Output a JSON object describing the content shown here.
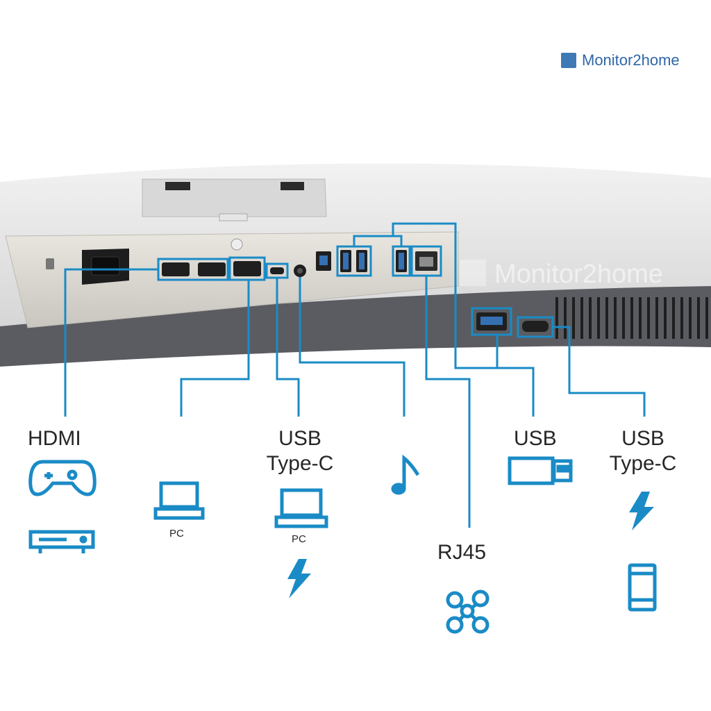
{
  "brand": {
    "page_text": "Monitor2home",
    "watermark_text": "Monitor2home"
  },
  "labels": {
    "hdmi": "HDMI",
    "usb_c_1": [
      "USB",
      "Type-C"
    ],
    "rj45": "RJ45",
    "usb": "USB",
    "usb_c_2": [
      "USB",
      "Type-C"
    ],
    "pc_1": "PC",
    "pc_2": "PC"
  },
  "icons": {
    "hdmi": [
      "gamepad-icon",
      "media-player-icon"
    ],
    "dp": [
      "laptop-icon"
    ],
    "usb_c_1": [
      "laptop-icon",
      "lightning-icon"
    ],
    "audio": [
      "music-note-icon"
    ],
    "rj45": [
      "network-icon"
    ],
    "usb": [
      "usb-stick-icon"
    ],
    "usb_c_2": [
      "lightning-icon",
      "smartphone-icon"
    ]
  },
  "colors": {
    "accent": "#1a8bc6",
    "text": "#262626",
    "brand": "#2f67a6"
  }
}
